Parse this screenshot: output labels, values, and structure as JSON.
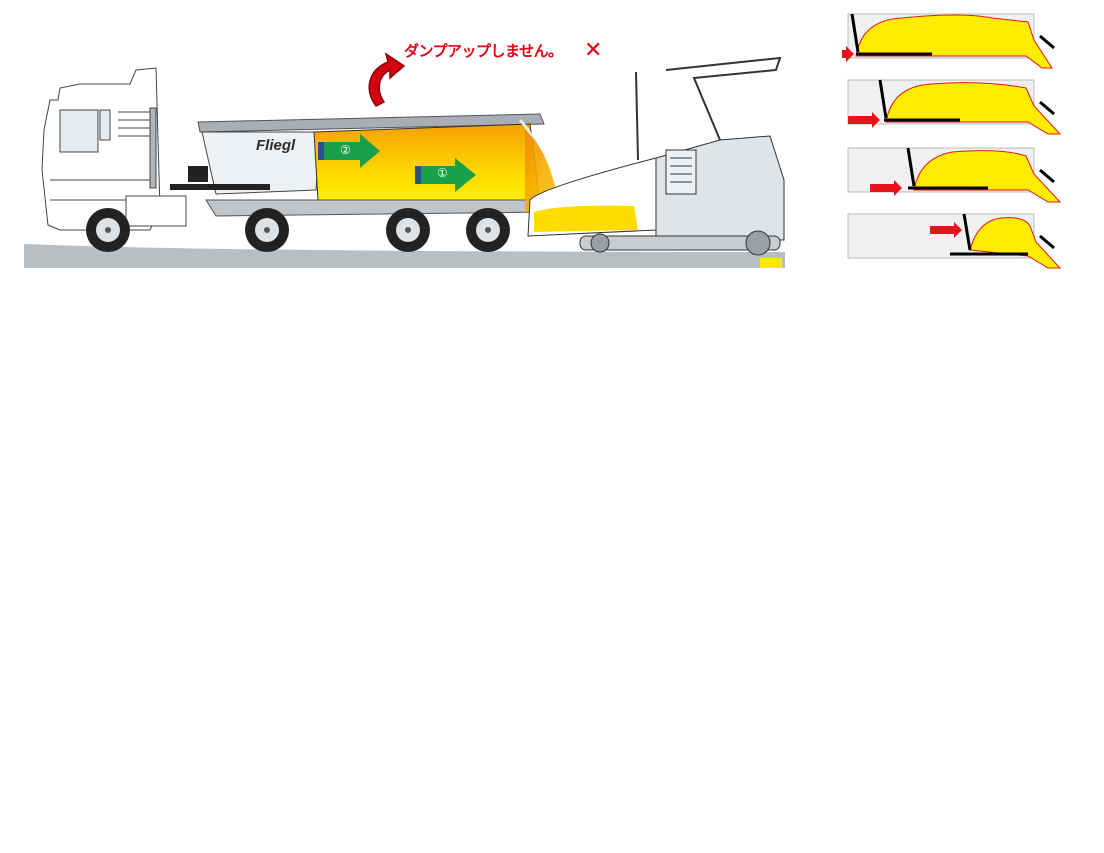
{
  "diagram": {
    "title_note": "ダンプアップしません。",
    "note_mark": "✕",
    "brand_label": "Fliegl",
    "flow_arrows": [
      {
        "label": "②",
        "position": "upper-left of load"
      },
      {
        "label": "①",
        "position": "lower-right of load"
      }
    ],
    "vehicles": [
      "truck tractor",
      "push-off trailer",
      "asphalt paver"
    ],
    "steps_panel": {
      "count": 4,
      "steps": [
        {
          "index": 1,
          "push_wall_position": "start"
        },
        {
          "index": 2,
          "push_wall_position": "early"
        },
        {
          "index": 3,
          "push_wall_position": "middle"
        },
        {
          "index": 4,
          "push_wall_position": "late"
        }
      ]
    },
    "colors": {
      "note_red": "#e60012",
      "load_yellow": "#ffe800",
      "load_orange": "#f5a000",
      "arrow_green": "#1aa04a",
      "arrow_blue": "#2d4f8f",
      "push_arrow_red": "#e8141c",
      "ground_gray": "#b9bec3",
      "body_gray": "#c8cdd2"
    }
  }
}
